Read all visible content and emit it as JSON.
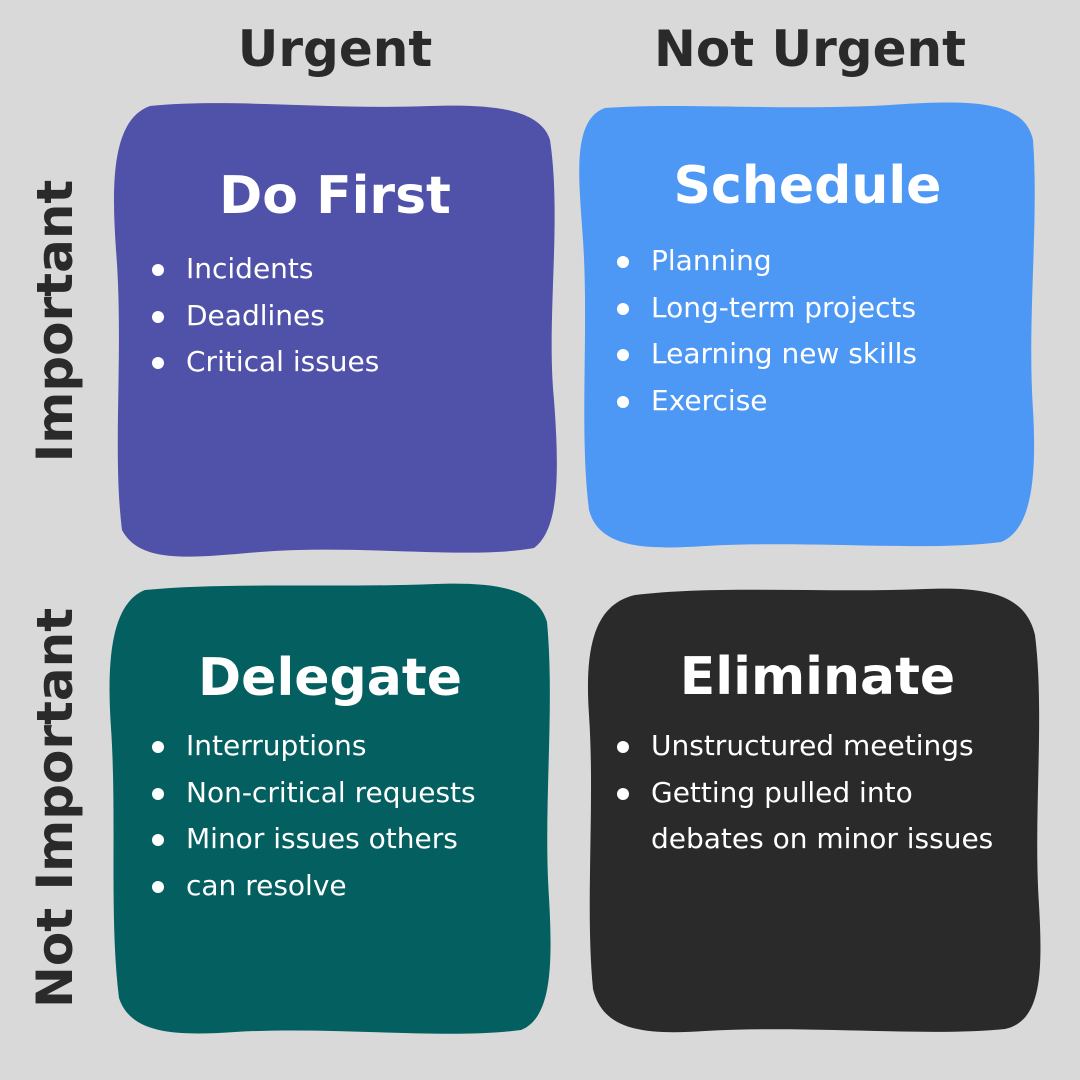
{
  "axes": {
    "columns": [
      "Urgent",
      "Not Urgent"
    ],
    "rows": [
      "Important",
      "Not Important"
    ]
  },
  "colors": {
    "background": "#d9d9d9",
    "do_first": "#4f52a8",
    "schedule": "#4e98f5",
    "delegate": "#046060",
    "eliminate": "#2a2a2a",
    "label_text": "#2a2a2a",
    "card_text": "#ffffff"
  },
  "quadrants": {
    "do_first": {
      "title": "Do First",
      "items": [
        "Incidents",
        "Deadlines",
        "Critical issues"
      ]
    },
    "schedule": {
      "title": "Schedule",
      "items": [
        "Planning",
        "Long-term projects",
        "Learning new skills",
        "Exercise"
      ]
    },
    "delegate": {
      "title": "Delegate",
      "items": [
        "Interruptions",
        "Non-critical requests",
        "Minor issues others",
        "can resolve"
      ]
    },
    "eliminate": {
      "title": "Eliminate",
      "items": [
        "Unstructured meetings",
        "Getting pulled into",
        "debates on minor issues"
      ]
    }
  }
}
